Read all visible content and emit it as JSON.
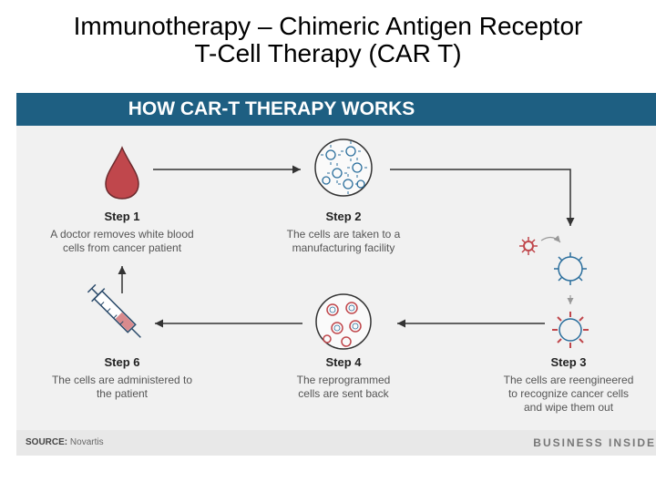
{
  "slide": {
    "title_line1": "Immunotherapy – Chimeric Antigen Receptor",
    "title_line2": "T-Cell Therapy (CAR T)"
  },
  "infographic": {
    "banner": "HOW CAR-T THERAPY WORKS",
    "steps": [
      {
        "title": "Step 1",
        "desc1": "A doctor removes white blood",
        "desc2": "cells from cancer patient"
      },
      {
        "title": "Step 2",
        "desc1": "The cells are taken to a",
        "desc2": "manufacturing facility"
      },
      {
        "title": "Step 3",
        "desc1": "The cells are reengineered",
        "desc2": "to recognize cancer cells",
        "desc3": "and wipe them out"
      },
      {
        "title": "Step 4",
        "desc1": "The reprogrammed",
        "desc2": "cells are sent back"
      },
      {
        "title": "Step 6",
        "desc1": "The cells are administered to",
        "desc2": "the patient"
      }
    ],
    "source_label": "SOURCE:",
    "source_value": "Novartis",
    "brand": "BUSINESS INSIDE"
  },
  "colors": {
    "banner": "#1e5f82",
    "blood": "#c0474c",
    "cell_blue": "#2a6e9c",
    "cancer_red": "#c0474c"
  },
  "icons": [
    "blood-drop-icon",
    "cell-cluster-icon",
    "t-cell-icon",
    "cancer-cell-icon",
    "reprogrammed-cell-cluster-icon",
    "syringe-icon"
  ]
}
